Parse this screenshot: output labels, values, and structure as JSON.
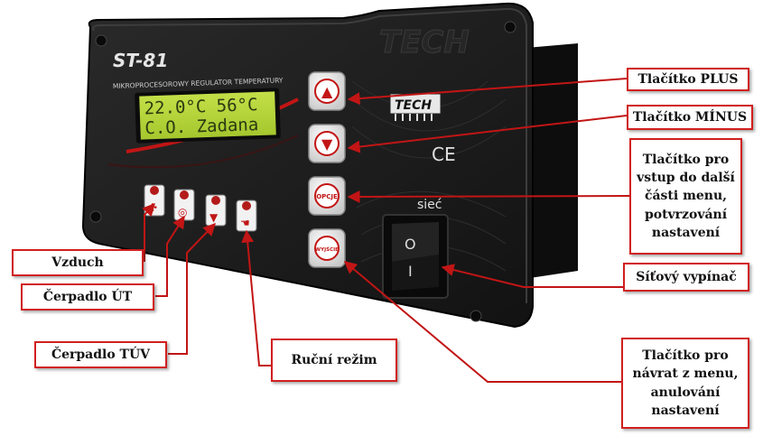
{
  "device": {
    "brand_logo": "TECH",
    "model": "ST-81",
    "subtitle": "MIKROPROCESOROWY REGULATOR TEMPERATURY",
    "lcd_line1": "22.0°C  56°C",
    "lcd_line2": "C.O.    Zadana",
    "button_opcje": "OPCJE",
    "button_wyjscie": "WYJŚCIE",
    "ce_mark": "CE",
    "switch_label": "sieć",
    "switch_on": "O",
    "switch_off": "I"
  },
  "callouts": {
    "plus": "Tlačítko PLUS",
    "minus": "Tlačítko MÍNUS",
    "menu_next": "Tlačítko pro vstup do další části menu, potvrzování nastavení",
    "power_switch": "Síťový vypínač",
    "menu_back": "Tlačítko pro návrat z menu, anulování nastavení",
    "air": "Vzduch",
    "pump_ut": "Čerpadlo ÚT",
    "pump_tuv": "Čerpadlo TÚV",
    "manual_mode": "Ruční režim"
  },
  "colors": {
    "callout_border": "#d11f1f",
    "arrow": "#c21515",
    "panel": "#1c1c1c",
    "lcd": "#b4d43a"
  }
}
